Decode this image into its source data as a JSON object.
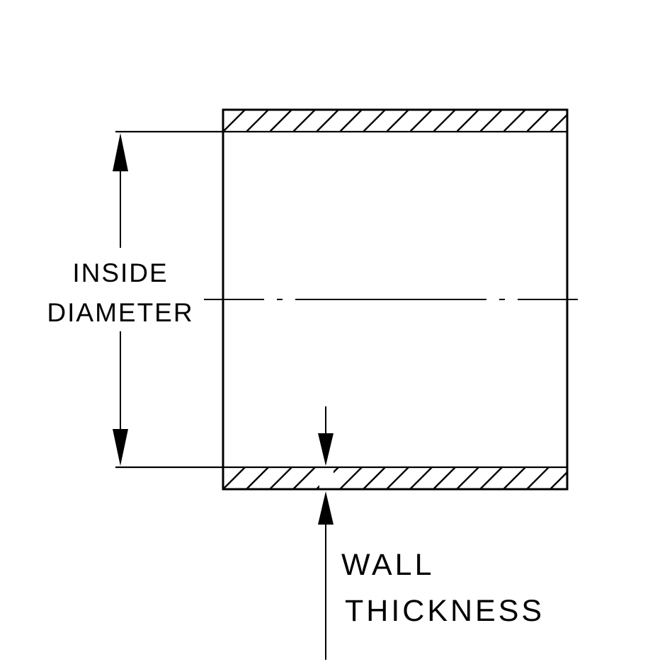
{
  "colors": {
    "line": "#000000",
    "background": "#ffffff"
  },
  "labels": {
    "inside_diameter_line1": "INSIDE",
    "inside_diameter_line2": "DIAMETER",
    "wall_thickness_line1": "WALL",
    "wall_thickness_line2": "THICKNESS"
  }
}
